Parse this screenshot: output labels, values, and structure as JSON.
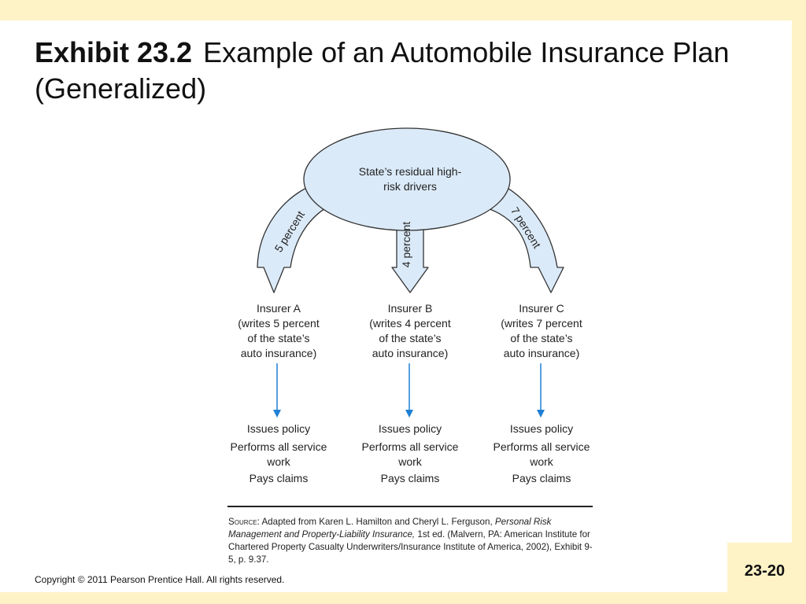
{
  "slide": {
    "title_bold": "Exhibit 23.2",
    "title_rest": "Example of an Automobile Insurance Plan (Generalized)",
    "page_number": "23-20",
    "copyright": "Copyright © 2011 Pearson Prentice Hall. All rights reserved.",
    "band_color": "#fdf3c6"
  },
  "diagram": {
    "pool": {
      "line1": "State’s residual high-",
      "line2": "risk drivers",
      "fill": "#dbeaf8"
    },
    "arrows": [
      {
        "label": "5 percent"
      },
      {
        "label": "4 percent"
      },
      {
        "label": "7 percent"
      }
    ],
    "insurers": [
      {
        "name": "Insurer A",
        "line2": "(writes 5 percent",
        "line3": "of the state’s",
        "line4": "auto insurance)"
      },
      {
        "name": "Insurer B",
        "line2": "(writes 4 percent",
        "line3": "of the state’s",
        "line4": "auto insurance)"
      },
      {
        "name": "Insurer C",
        "line2": "(writes 7 percent",
        "line3": "of the state’s",
        "line4": "auto insurance)"
      }
    ],
    "duties": {
      "issues": "Issues policy",
      "service_1": "Performs all service",
      "service_2": "work",
      "claims": "Pays claims"
    },
    "connector_color": "#1f7fd4"
  },
  "source": {
    "label": "Source:",
    "text_1": "Adapted from Karen L. Hamilton and Cheryl L. Ferguson,",
    "title_italic": "Personal Risk Management and Property-Liability Insurance,",
    "text_2": "1st ed. (Malvern, PA: American Institute for Chartered Property Casualty Underwriters/Insurance Institute of America, 2002), Exhibit 9-5, p. 9.37."
  }
}
